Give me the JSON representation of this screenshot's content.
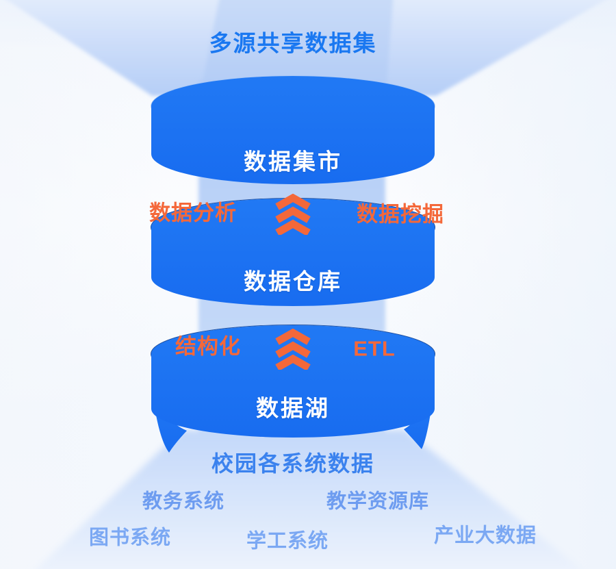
{
  "diagram": {
    "title_top": "多源共享数据集",
    "layers": [
      {
        "label": "数据集市"
      },
      {
        "label": "数据仓库"
      },
      {
        "label": "数据湖"
      }
    ],
    "process_1": {
      "left": "数据分析",
      "right": "数据挖掘",
      "icon": "up-chevrons-icon"
    },
    "process_2": {
      "left": "结构化",
      "right": "ETL",
      "icon": "up-chevrons-icon"
    },
    "source_title": "校园各系统数据",
    "sources_row_1": [
      "教务系统",
      "教学资源库"
    ],
    "sources_row_2": [
      "图书系统",
      "学工系统",
      "产业大数据"
    ],
    "colors": {
      "cylinder_blue": "#1b74f2",
      "navy_stroke": "#1d4fa0",
      "accent_orange": "#f4683a",
      "title_blue": "#1a78f1",
      "source_title_blue": "#3b82ee",
      "source_item_blue": "#6d9cf0",
      "source_item_light_blue": "#7ba8f3",
      "surface_gray": "#eef0f4",
      "beam_blue": "#bdd3f8"
    }
  }
}
